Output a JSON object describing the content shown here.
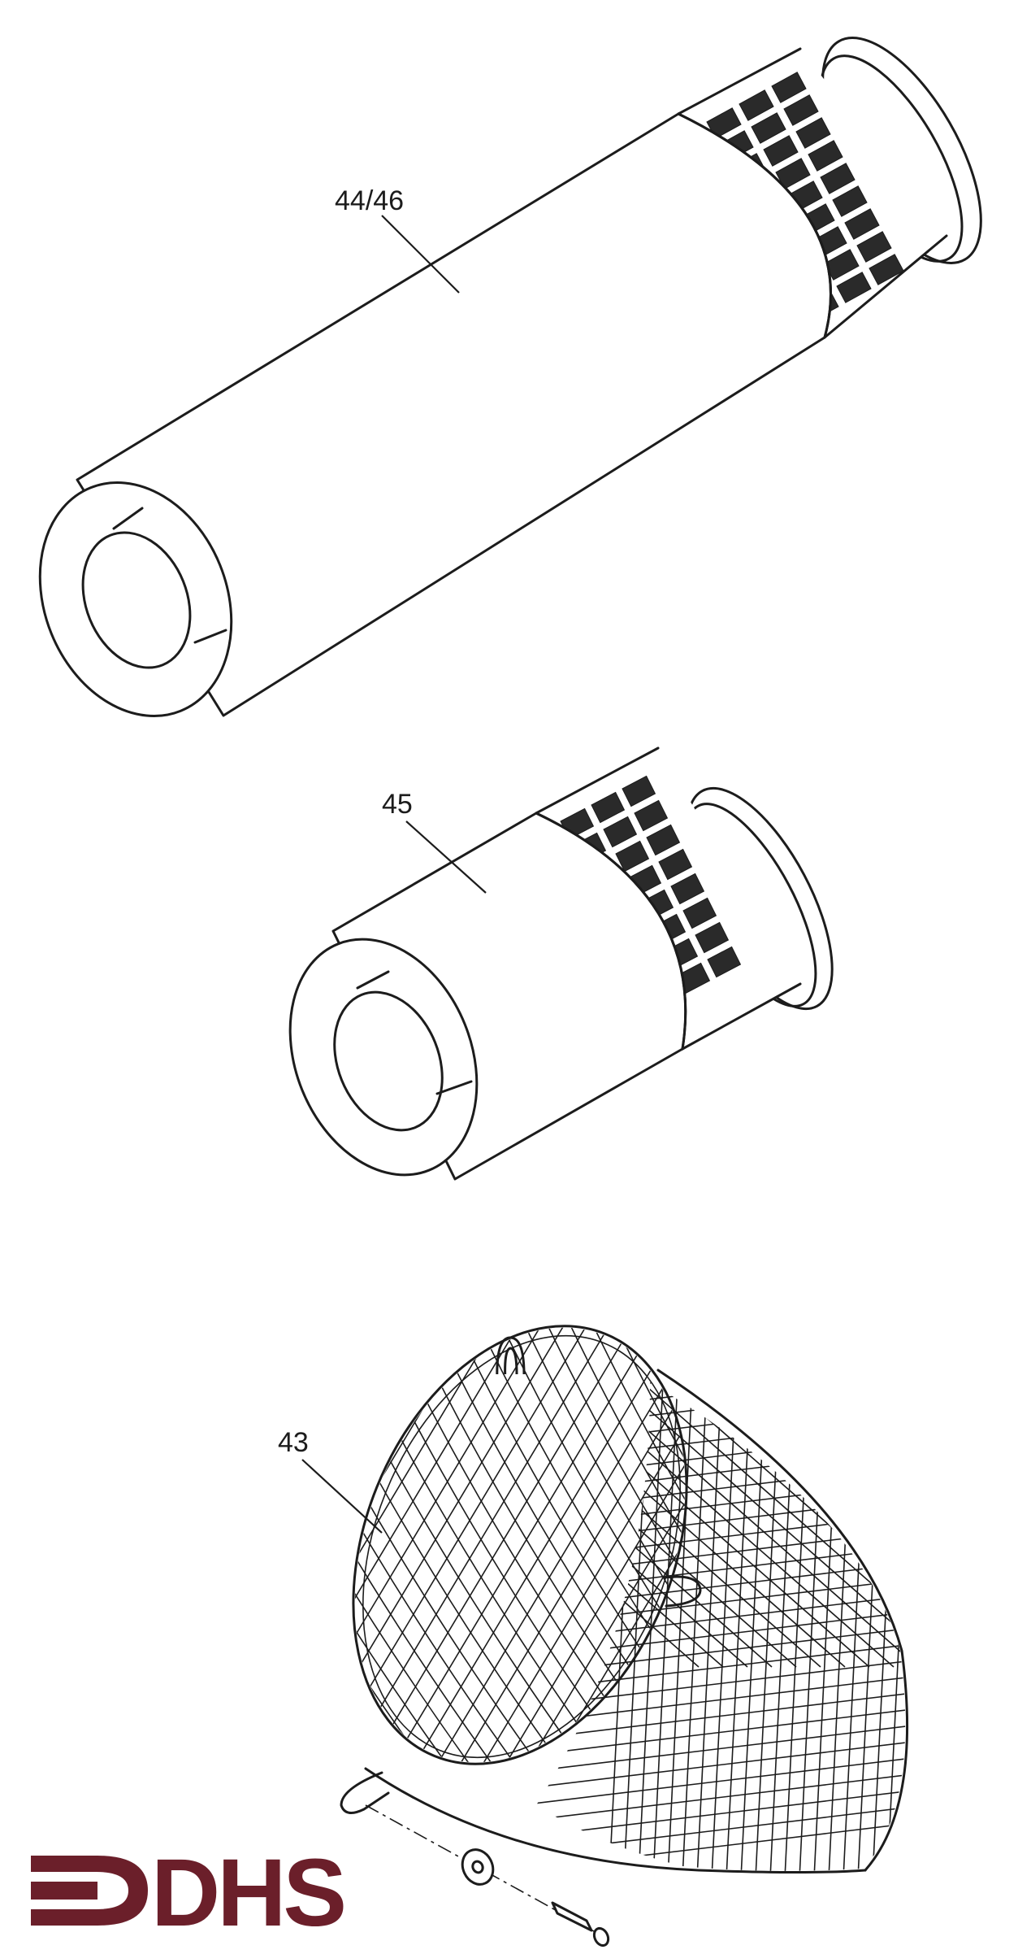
{
  "callouts": {
    "long_filter": "44/46",
    "short_filter": "45",
    "basket": "43"
  },
  "logo": {
    "text": "DHS",
    "color": "#6b1f2a"
  },
  "icons": {
    "logo_mark": "arrow-bracket-icon"
  }
}
